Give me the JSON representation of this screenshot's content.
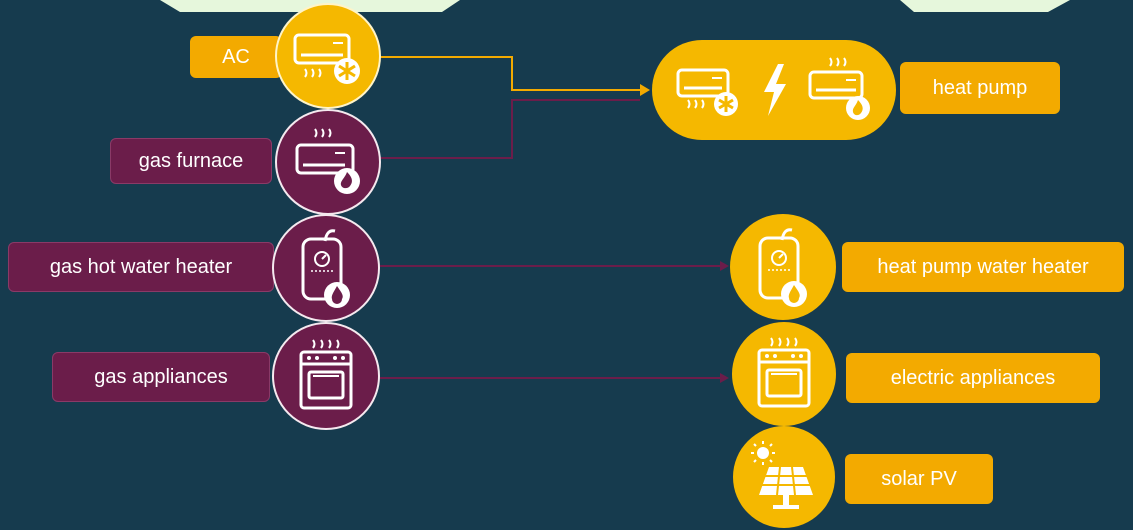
{
  "left_items": [
    {
      "label": "AC",
      "icon": "air-conditioner-cooling-icon"
    },
    {
      "label": "gas furnace",
      "icon": "air-conditioner-heating-icon"
    },
    {
      "label": "gas hot water heater",
      "icon": "water-heater-icon"
    },
    {
      "label": "gas appliances",
      "icon": "stove-oven-icon"
    }
  ],
  "right_items": [
    {
      "label": "heat pump",
      "icon": "heat-pump-icon"
    },
    {
      "label": "heat pump water heater",
      "icon": "water-heater-icon"
    },
    {
      "label": "electric appliances",
      "icon": "stove-oven-icon"
    },
    {
      "label": "solar PV",
      "icon": "solar-panel-icon"
    }
  ],
  "colors": {
    "background": "#163b4e",
    "gold": "#f5b800",
    "gold_label": "#f3aa00",
    "plum": "#6b1d4a",
    "decor": "#e6f7dc"
  }
}
